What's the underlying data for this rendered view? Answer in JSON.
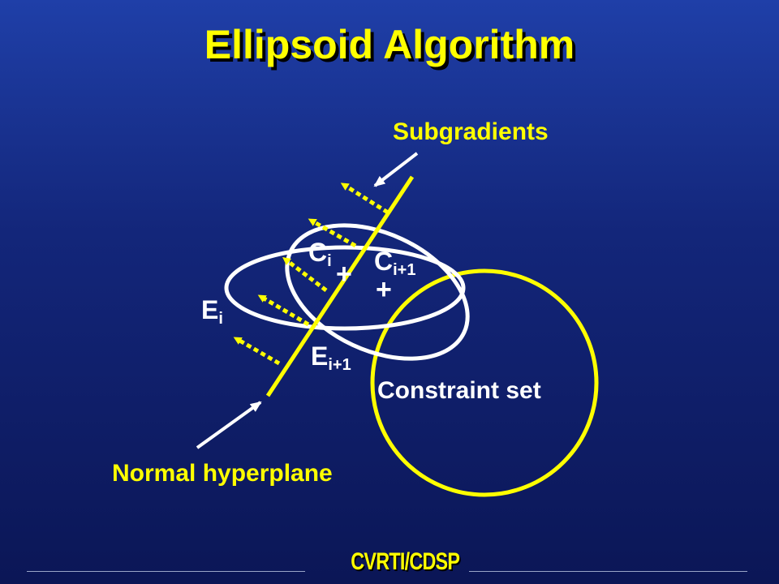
{
  "title": "Ellipsoid Algorithm",
  "labels": {
    "subgradients": "Subgradients",
    "normal_hyperplane": "Normal hyperplane",
    "constraint_set": "Constraint set",
    "ci_base": "C",
    "ci_sub": "i",
    "ci1_base": "C",
    "ci1_sub": "i+1",
    "ei_base": "E",
    "ei_sub": "i",
    "ei1_base": "E",
    "ei1_sub": "i+1",
    "center_mark_ci": "+",
    "center_mark_ci1": "+"
  },
  "footer": {
    "logo": "CVRTI/CDSP"
  },
  "colors": {
    "accent": "#ffff00",
    "outline": "#ffffff",
    "background_top": "#1f3fa8",
    "background_bottom": "#0b1656"
  }
}
